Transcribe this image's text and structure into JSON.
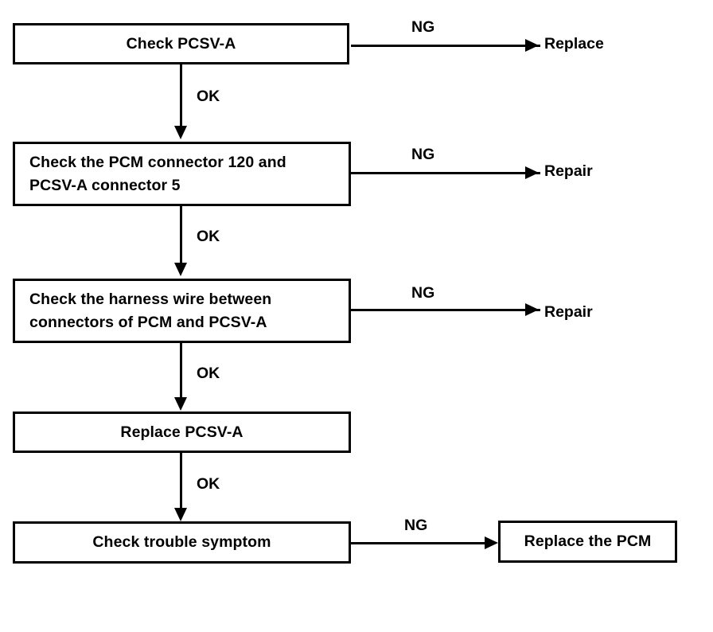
{
  "diagram": {
    "type": "flowchart",
    "title": "PCSV-A diagnostic troubleshooting flowchart",
    "orientation": "top-to-bottom",
    "colors": {
      "stroke": "#000000",
      "fill": "#ffffff",
      "text": "#000000"
    },
    "nodes": [
      {
        "id": "check-pcsv-a",
        "shape": "rectangle",
        "lines": [
          "Check PCSV-A"
        ],
        "align": "center"
      },
      {
        "id": "check-connectors",
        "shape": "rectangle",
        "lines": [
          "Check the PCM connector 120 and",
          "PCSV-A connector 5"
        ],
        "align": "left"
      },
      {
        "id": "check-harness",
        "shape": "rectangle",
        "lines": [
          "Check the harness wire between",
          "connectors of PCM and PCSV-A"
        ],
        "align": "left"
      },
      {
        "id": "replace-pcsv-a",
        "shape": "rectangle",
        "lines": [
          "Replace PCSV-A"
        ],
        "align": "center"
      },
      {
        "id": "check-symptom",
        "shape": "rectangle",
        "lines": [
          "Check trouble symptom"
        ],
        "align": "center"
      },
      {
        "id": "replace-pcm",
        "shape": "rectangle",
        "lines": [
          "Replace the PCM"
        ],
        "align": "center"
      }
    ],
    "terminals": [
      {
        "id": "replace",
        "text": "Replace"
      },
      {
        "id": "repair-connectors",
        "text": "Repair"
      },
      {
        "id": "repair-harness",
        "text": "Repair"
      }
    ],
    "edges": [
      {
        "id": "e1-ng",
        "from": "check-pcsv-a",
        "to": "replace",
        "label": "NG",
        "direction": "right"
      },
      {
        "id": "e1-ok",
        "from": "check-pcsv-a",
        "to": "check-connectors",
        "label": "OK",
        "direction": "down"
      },
      {
        "id": "e2-ng",
        "from": "check-connectors",
        "to": "repair-connectors",
        "label": "NG",
        "direction": "right"
      },
      {
        "id": "e2-ok",
        "from": "check-connectors",
        "to": "check-harness",
        "label": "OK",
        "direction": "down"
      },
      {
        "id": "e3-ng",
        "from": "check-harness",
        "to": "repair-harness",
        "label": "NG",
        "direction": "right"
      },
      {
        "id": "e3-ok",
        "from": "check-harness",
        "to": "replace-pcsv-a",
        "label": "OK",
        "direction": "down"
      },
      {
        "id": "e4-ok",
        "from": "replace-pcsv-a",
        "to": "check-symptom",
        "label": "OK",
        "direction": "down"
      },
      {
        "id": "e5-ng",
        "from": "check-symptom",
        "to": "replace-pcm",
        "label": "NG",
        "direction": "right"
      }
    ]
  }
}
